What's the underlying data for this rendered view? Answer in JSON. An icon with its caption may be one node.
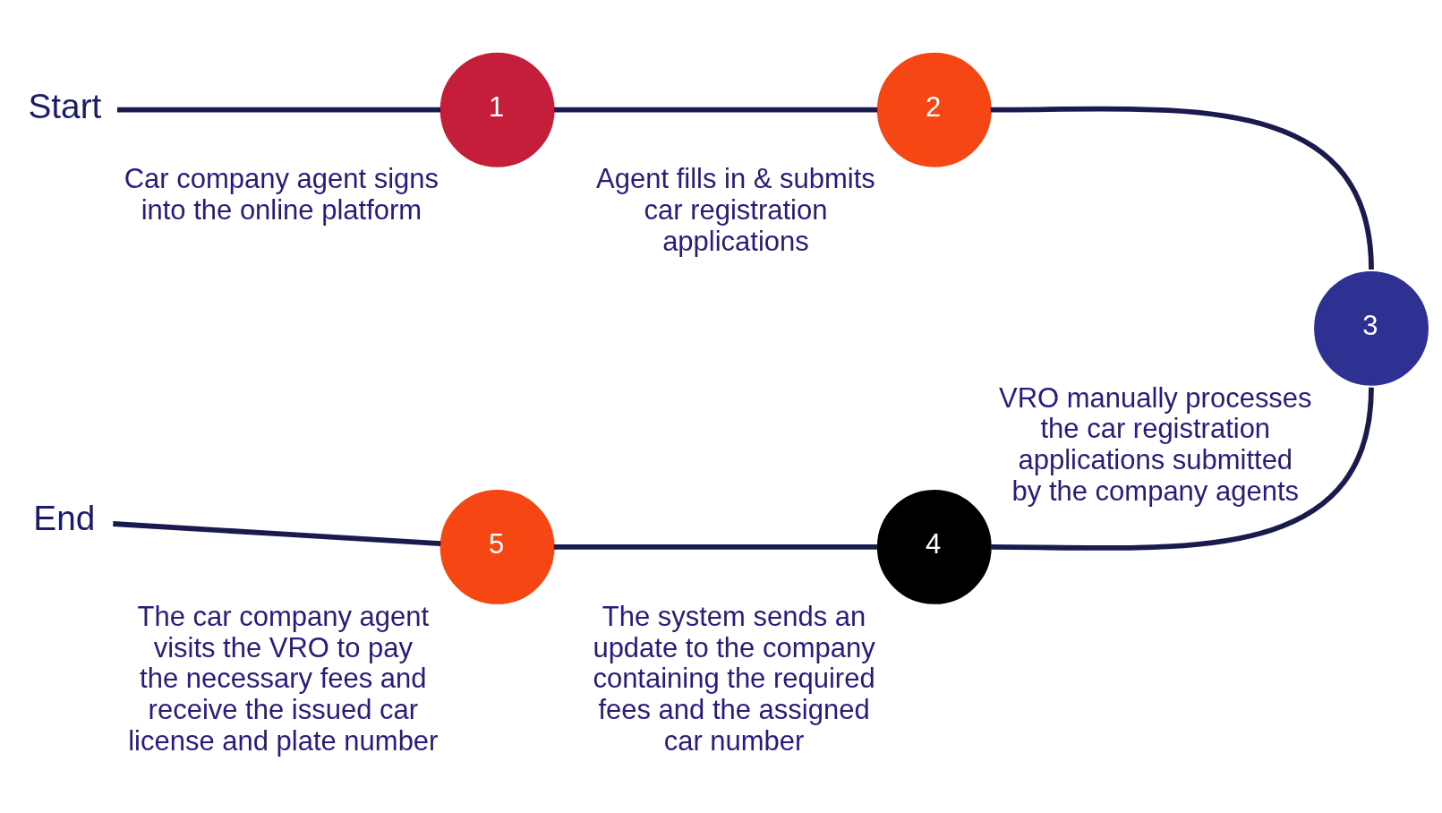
{
  "diagram": {
    "nodes": [
      {
        "text": [
          "Start"
        ]
      },
      {
        "text": [
          "1"
        ],
        "beside": [
          "Car company agent signs into the online platform"
        ]
      },
      {
        "text": [
          "2"
        ],
        "beside": [
          "Agent fills in & submits car registration applications"
        ]
      },
      {
        "text": [
          "3"
        ],
        "beside": [
          "VRO manually processes the car registration applications submitted by the company agents"
        ]
      },
      {
        "text": [
          "4"
        ],
        "beside": [
          "The system sends an update to the company containing the required fees and the assigned car number"
        ]
      },
      {
        "text": [
          "5"
        ],
        "beside": [
          "The car company agent visits the VRO to pay the necessary fees and receive the issued car license and plate number"
        ]
      },
      {
        "text": [
          "End"
        ]
      }
    ],
    "edges": [
      {
        "from": 0,
        "to": 1,
        "arrow": "none"
      },
      {
        "from": 1,
        "to": 2,
        "arrow": "none"
      },
      {
        "from": 2,
        "to": 3,
        "arrow": "none"
      },
      {
        "from": 3,
        "to": 4,
        "arrow": "none"
      },
      {
        "from": 4,
        "to": 5,
        "arrow": "none"
      },
      {
        "from": 5,
        "to": 6,
        "arrow": "none"
      }
    ]
  }
}
